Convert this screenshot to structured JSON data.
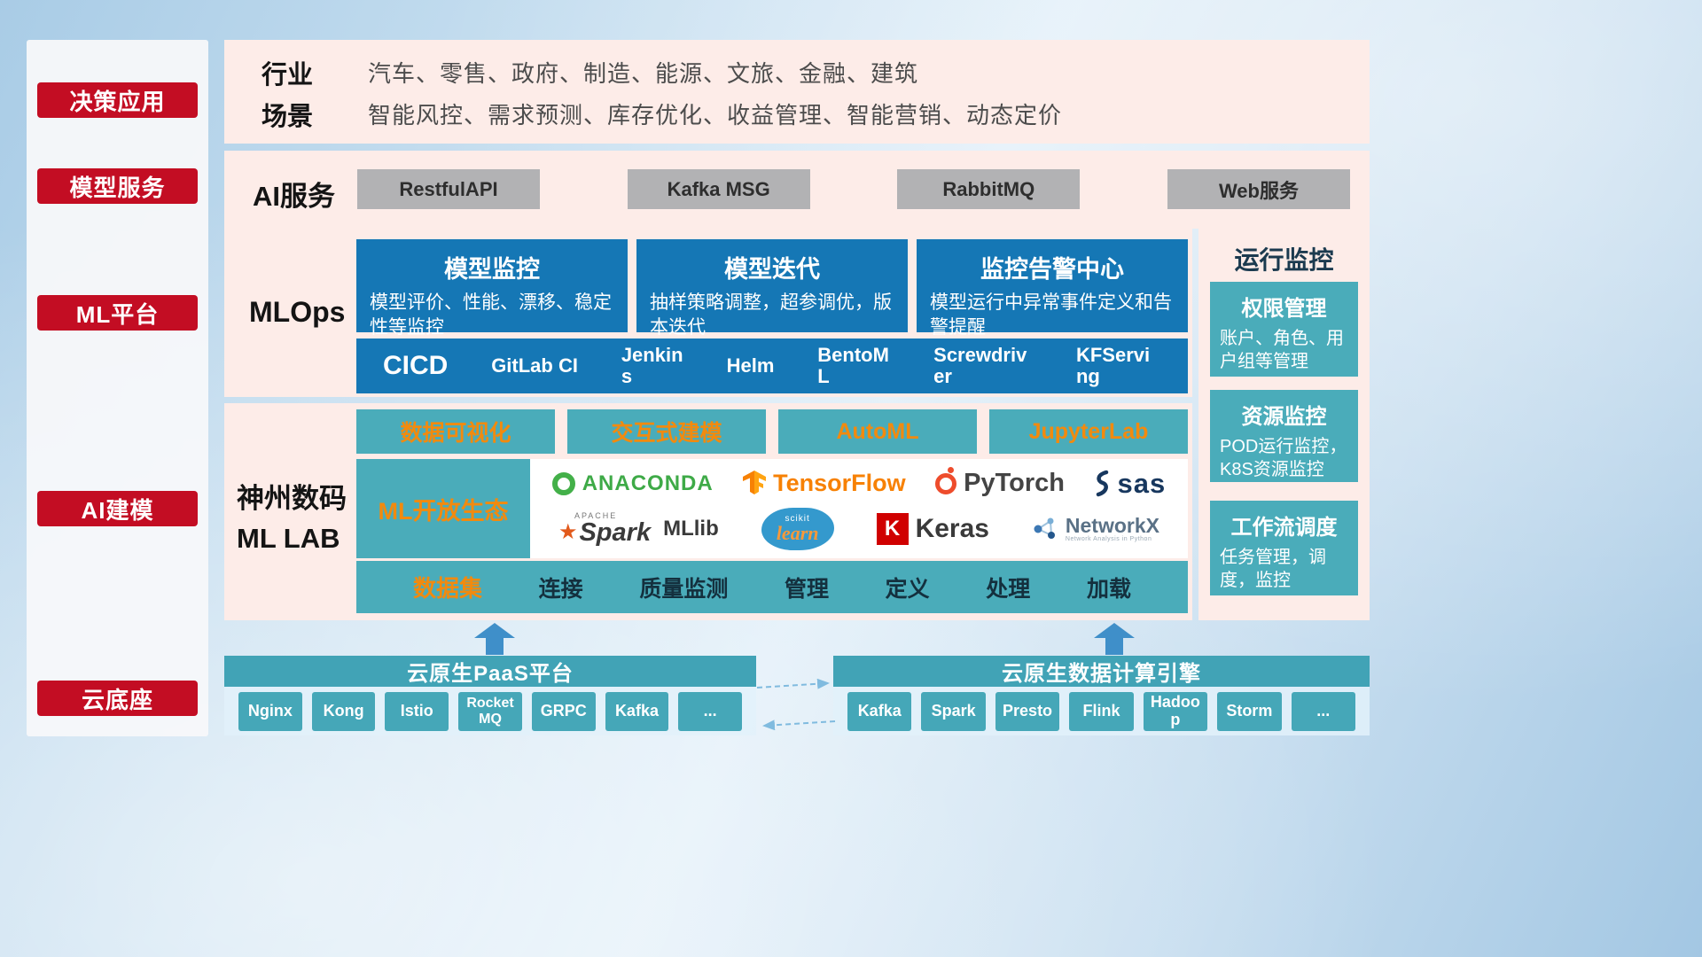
{
  "sidebar": {
    "items": [
      "决策应用",
      "模型服务",
      "ML平台",
      "AI建模",
      "云底座"
    ]
  },
  "apps": {
    "industry_label": "行业",
    "industry_value": "汽车、零售、政府、制造、能源、文旅、金融、建筑",
    "scene_label": "场景",
    "scene_value": "智能风控、需求预测、库存优化、收益管理、智能营销、动态定价"
  },
  "ai_service": {
    "label": "AI服务",
    "items": [
      "RestfulAPI",
      "Kafka MSG",
      "RabbitMQ",
      "Web服务"
    ]
  },
  "mlops": {
    "label": "MLOps",
    "cards": [
      {
        "title": "模型监控",
        "desc": "模型评价、性能、漂移、稳定性等监控"
      },
      {
        "title": "模型迭代",
        "desc": "抽样策略调整，超参调优，版本迭代"
      },
      {
        "title": "监控告警中心",
        "desc": "模型运行中异常事件定义和告警提醒"
      }
    ],
    "cicd_label": "CICD",
    "cicd_items": [
      "GitLab CI",
      "Jenkins",
      "Helm",
      "BentoML",
      "Screwdriver",
      "KFServing"
    ]
  },
  "monitoring": {
    "title": "运行监控",
    "cards": [
      {
        "title": "权限管理",
        "desc": "账户、角色、用户组等管理"
      },
      {
        "title": "资源监控",
        "desc": "POD运行监控，K8S资源监控"
      },
      {
        "title": "工作流调度",
        "desc": "任务管理，调度，监控"
      }
    ]
  },
  "mllab": {
    "label_line1": "神州数码",
    "label_line2": "ML LAB",
    "tools": [
      "数据可视化",
      "交互式建模",
      "AutoML",
      "JupyterLab"
    ],
    "ecosystem_label": "ML开放生态",
    "logos": {
      "anaconda": "ANACONDA",
      "tensorflow": "TensorFlow",
      "pytorch": "PyTorch",
      "sas": "sas",
      "apache": "APACHE",
      "spark": "Spark",
      "mllib": "MLlib",
      "scikit_top": "scikit",
      "scikit": "learn",
      "keras_letter": "K",
      "keras": "Keras",
      "networkx": "NetworkX",
      "networkx_sub": "Network Analysis in Python"
    },
    "dataset_label": "数据集",
    "dataset_items": [
      "连接",
      "质量监测",
      "管理",
      "定义",
      "处理",
      "加载"
    ]
  },
  "cloud": {
    "paas_title": "云原生PaaS平台",
    "paas_items": [
      "Nginx",
      "Kong",
      "Istio",
      "RocketMQ",
      "GRPC",
      "Kafka",
      "..."
    ],
    "engine_title": "云原生数据计算引擎",
    "engine_items": [
      "Kafka",
      "Spark",
      "Presto",
      "Flink",
      "Hadoop",
      "Storm",
      "..."
    ]
  },
  "colors": {
    "red_accent": "#c30d23",
    "blue_card": "#1577b5",
    "teal": "#4aacba",
    "orange_accent": "#f28a0e",
    "panel_pink": "#fdece8"
  }
}
